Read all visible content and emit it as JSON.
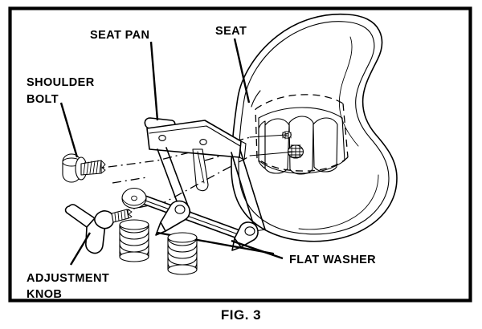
{
  "figure": {
    "caption": "FIG. 3",
    "frame": {
      "color": "#000000"
    },
    "background_color": "#ffffff",
    "line_color": "#000000"
  },
  "callouts": [
    {
      "id": "seat-pan",
      "label": "SEAT PAN",
      "lines": [
        "SEAT PAN"
      ]
    },
    {
      "id": "seat",
      "label": "SEAT",
      "lines": [
        "SEAT"
      ]
    },
    {
      "id": "shoulder-bolt",
      "label": "SHOULDER BOLT",
      "lines": [
        "SHOULDER",
        "BOLT"
      ]
    },
    {
      "id": "adjustment-knob",
      "label": "ADJUSTMENT KNOB",
      "lines": [
        "ADJUSTMENT",
        "KNOB"
      ]
    },
    {
      "id": "flat-washer",
      "label": "FLAT WASHER",
      "lines": [
        "FLAT WASHER"
      ]
    }
  ],
  "labels": {
    "seat_pan": "SEAT PAN",
    "seat": "SEAT",
    "shoulder_line1": "SHOULDER",
    "shoulder_line2": "BOLT",
    "adjustment_line1": "ADJUSTMENT",
    "adjustment_line2": "KNOB",
    "flat_washer": "FLAT WASHER",
    "caption": "FIG. 3"
  },
  "parts": [
    {
      "name": "seat",
      "description": "molded seat shell, underside view with ribbed mounting pad"
    },
    {
      "name": "seat-pan",
      "description": "sheet metal seat pan bracket with mounting holes and adjustment slot"
    },
    {
      "name": "shoulder-bolt",
      "description": "hex flange head shoulder bolt, threaded shank"
    },
    {
      "name": "adjustment-knob",
      "description": "three-lobe T handle knob with threaded stud"
    },
    {
      "name": "flat-washer",
      "description": "round flat washer with center bore"
    },
    {
      "name": "compression-spring-left",
      "description": "helical compression spring"
    },
    {
      "name": "compression-spring-right",
      "description": "helical compression spring"
    }
  ]
}
